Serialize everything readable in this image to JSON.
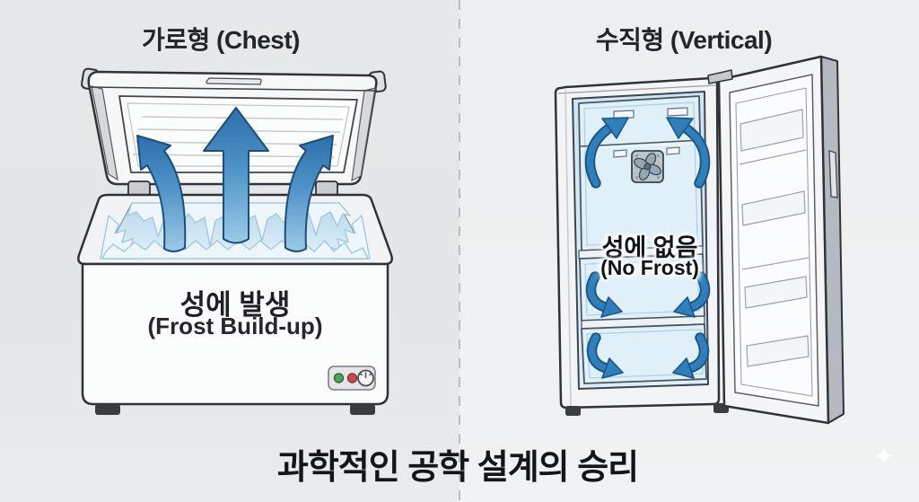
{
  "panels": {
    "left": {
      "title": "가로형 (Chest)",
      "label_primary": "성에 발생",
      "label_secondary": "(Frost Build-up)"
    },
    "right": {
      "title": "수직형 (Vertical)",
      "label_primary": "성에 없음",
      "label_secondary": "(No Frost)"
    }
  },
  "footer": {
    "caption": "과학적인 공학 설계의 승리"
  },
  "icons": {
    "sparkle": "✦",
    "fan": "fan-icon",
    "power_indicator": "green-indicator-icon",
    "alarm_indicator": "red-indicator-icon",
    "thermostat": "knob-icon",
    "airflow_up": "up-arrow-icon",
    "circulation": "curved-arrow-icon"
  },
  "colors": {
    "background_left": "#e5e8e9",
    "background_right": "#eef1f1",
    "outline_dark": "#2f3338",
    "arrow_blue": "#2f80ba",
    "arrow_outline": "#1d5585",
    "frost_white": "#edf6fb",
    "interior_blue": "#d6eaf6",
    "indicator_green": "#4fa457",
    "indicator_red": "#c74b57",
    "cabinet_gray": "#f3f4f5"
  }
}
